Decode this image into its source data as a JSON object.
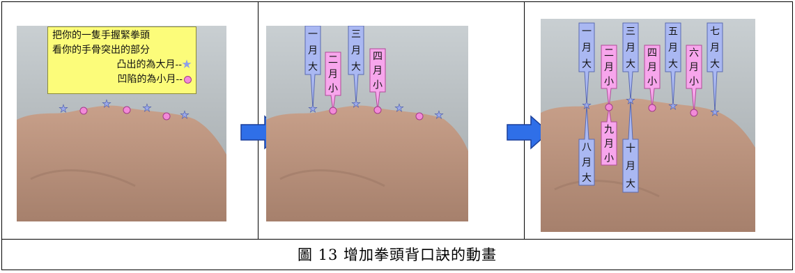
{
  "note": {
    "line1": "把你的一隻手握緊拳頭",
    "line2": "看你的手骨突出的部分",
    "line3": "凸出的為大月--",
    "line4": "凹陷的為小月--"
  },
  "panel2_labels": [
    {
      "text": "一月大",
      "kind": "big"
    },
    {
      "text": "二月小",
      "kind": "small"
    },
    {
      "text": "三月大",
      "kind": "big"
    },
    {
      "text": "四月小",
      "kind": "small"
    }
  ],
  "panel3_labels_top": [
    {
      "text": "一月大",
      "kind": "big"
    },
    {
      "text": "二月小",
      "kind": "small"
    },
    {
      "text": "三月大",
      "kind": "big"
    },
    {
      "text": "四月小",
      "kind": "small"
    },
    {
      "text": "五月大",
      "kind": "big"
    },
    {
      "text": "六月小",
      "kind": "small"
    },
    {
      "text": "七月大",
      "kind": "big"
    }
  ],
  "panel3_labels_bottom": [
    {
      "text": "八月大",
      "kind": "big"
    },
    {
      "text": "九月小",
      "kind": "small"
    },
    {
      "text": "十月大",
      "kind": "big"
    }
  ],
  "colors": {
    "big": "#aab8f2",
    "small": "#f7a6ec",
    "big_border": "#5a6ab0",
    "small_border": "#b04a98",
    "arrow": "#2f6fe8",
    "note": "#fcfc7a"
  },
  "caption": "圖 13 增加拳頭背口訣的動畫"
}
